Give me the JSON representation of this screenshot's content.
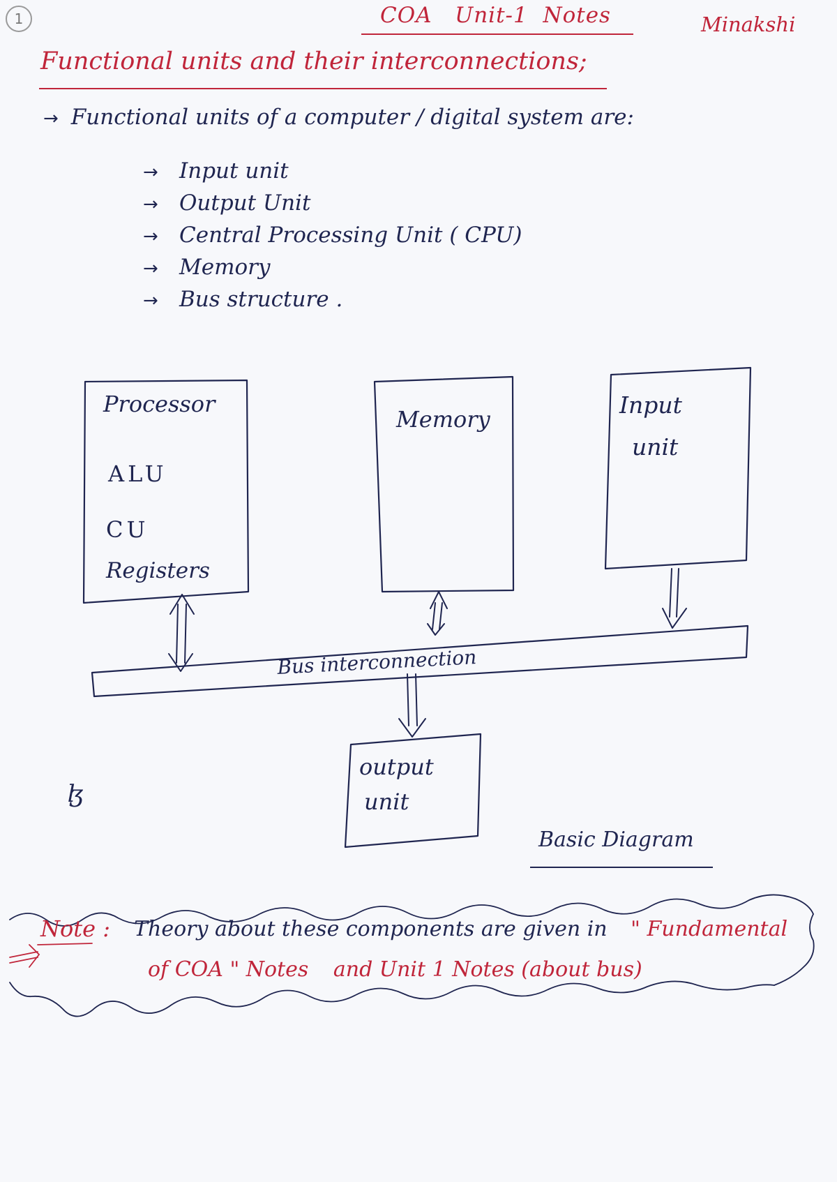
{
  "page_number": "1",
  "header": {
    "title": "COA   Unit-1  Notes",
    "author": "Minakshi"
  },
  "section_title": "Functional units and their interconnections;",
  "intro": "Functional units of a computer / digital system are:",
  "units": [
    {
      "arrow": "→",
      "label": "Input unit"
    },
    {
      "arrow": "→",
      "label": "Output Unit"
    },
    {
      "arrow": "→",
      "label": "Central Processing Unit ( CPU)"
    },
    {
      "arrow": "→",
      "label": "Memory"
    },
    {
      "arrow": "→",
      "label": "Bus structure ."
    }
  ],
  "diagram": {
    "processor": {
      "title": "Processor",
      "parts": [
        "ALU",
        "CU",
        "Registers"
      ]
    },
    "memory": "Memory",
    "input": [
      "Input",
      "unit"
    ],
    "output": [
      "output",
      "unit"
    ],
    "bus": "Bus interconnection",
    "caption": "Basic Diagram"
  },
  "note": {
    "label": "Note :",
    "line1_a": "Theory about these components are given in",
    "line1_b": "\" Fundamental",
    "line2_a": "of COA \" Notes",
    "line2_b": "and Unit 1 Notes (about bus)"
  },
  "colors": {
    "ink_blue": "#1f2550",
    "ink_red": "#c0253a",
    "paper": "#f7f8fb"
  }
}
